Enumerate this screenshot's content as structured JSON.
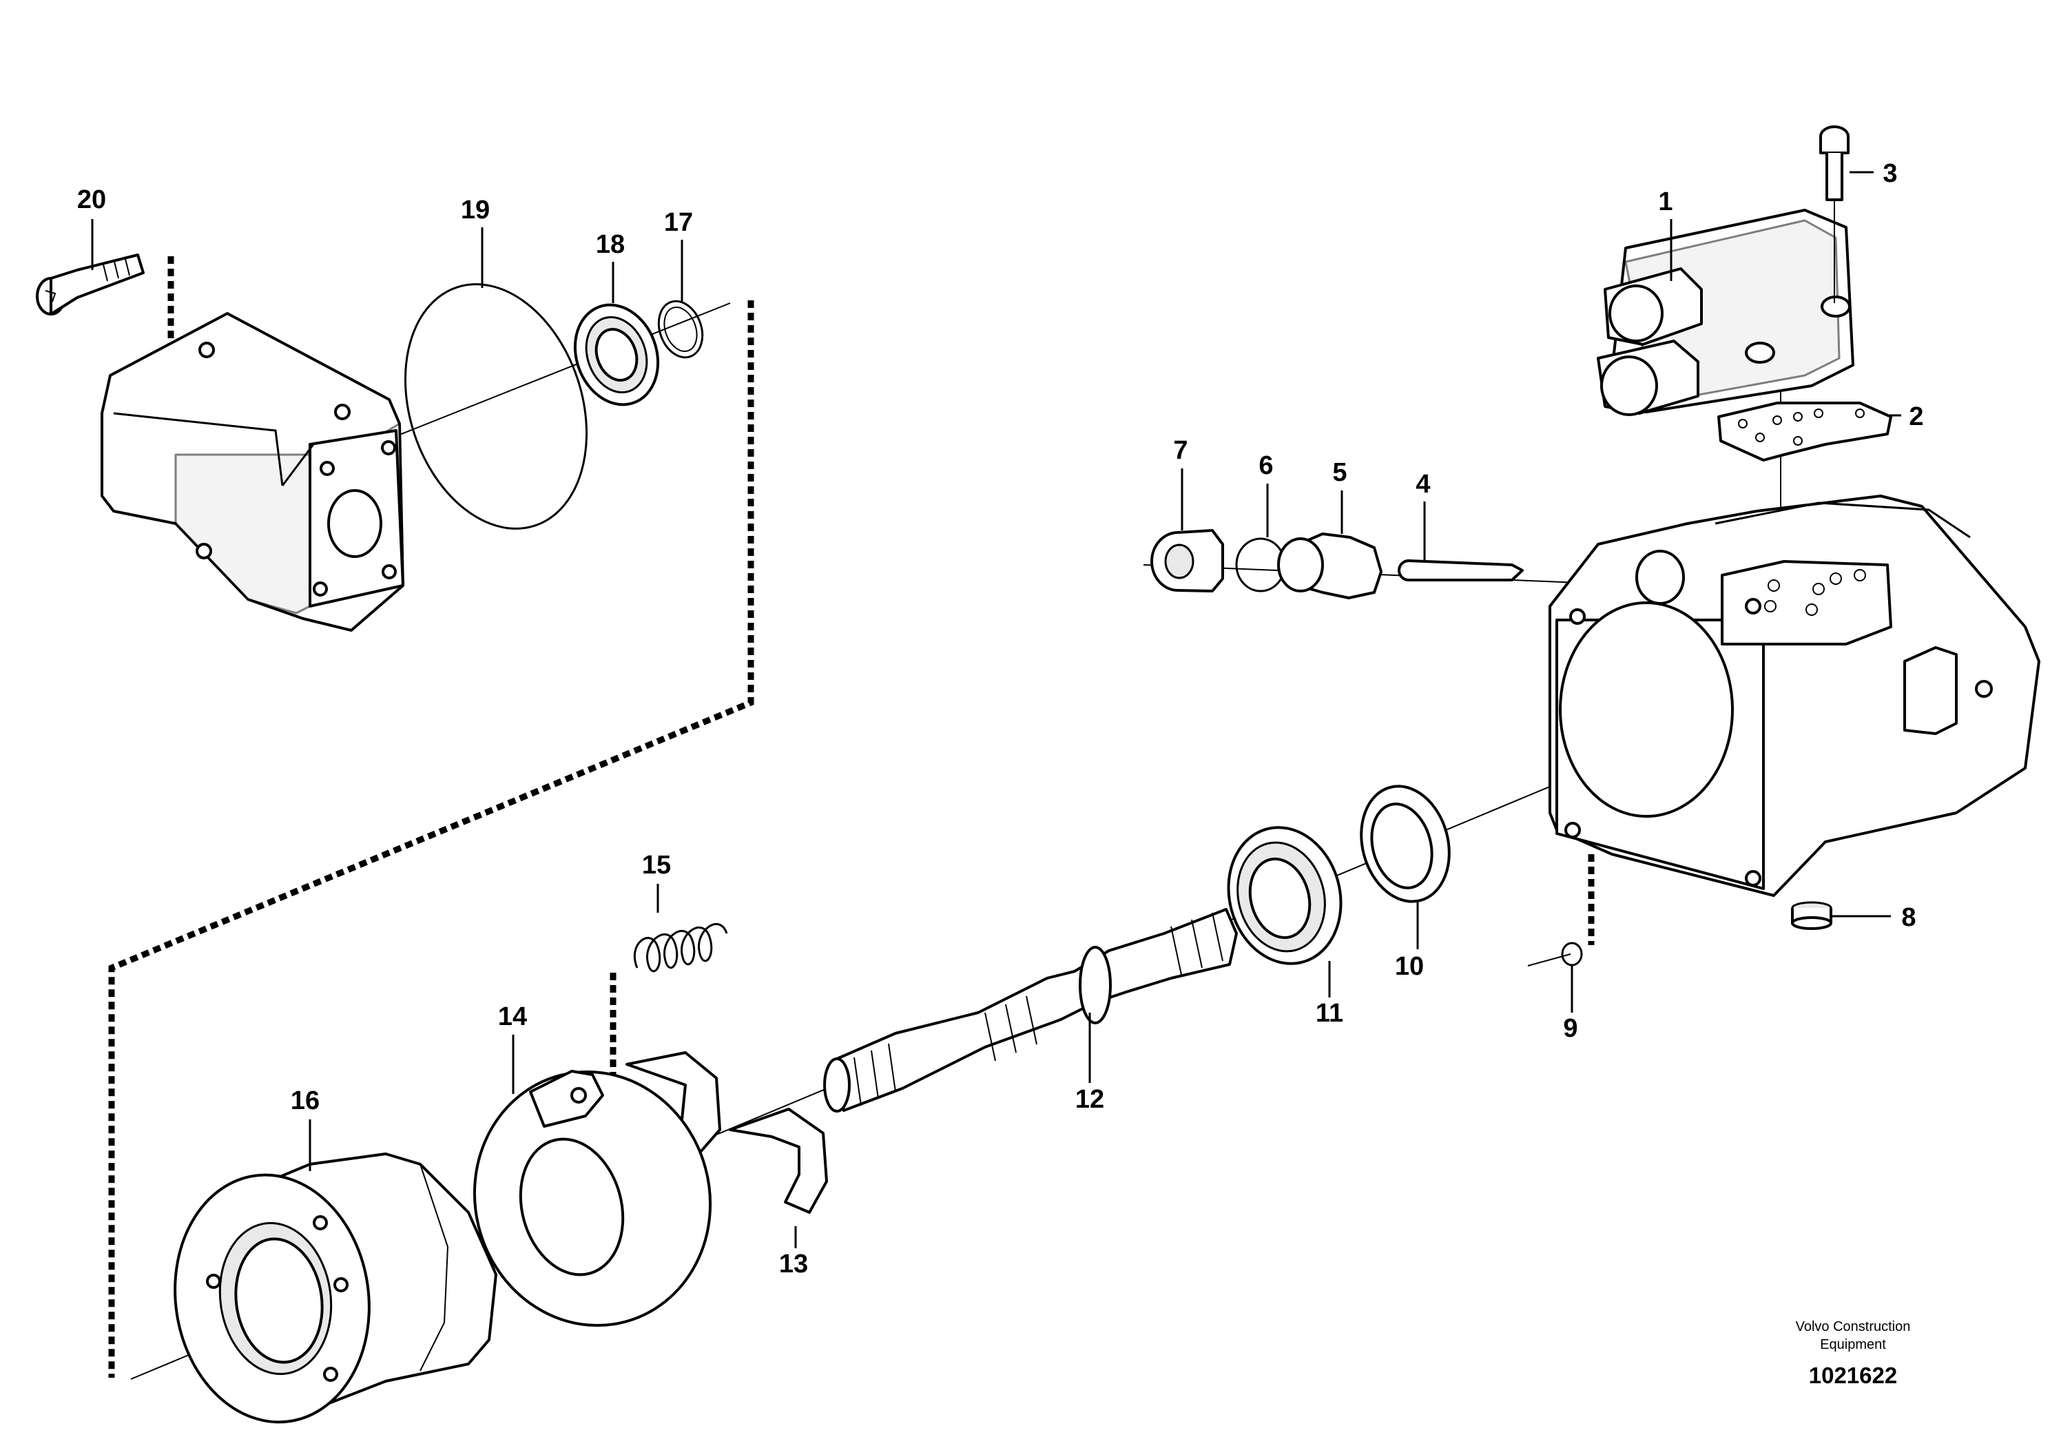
{
  "diagram": {
    "callouts": [
      "1",
      "2",
      "3",
      "4",
      "5",
      "6",
      "7",
      "8",
      "9",
      "10",
      "11",
      "12",
      "13",
      "14",
      "15",
      "16",
      "17",
      "18",
      "19",
      "20"
    ],
    "brand_line1": "Volvo Construction",
    "brand_line2": "Equipment",
    "reference_number": "1021622"
  }
}
